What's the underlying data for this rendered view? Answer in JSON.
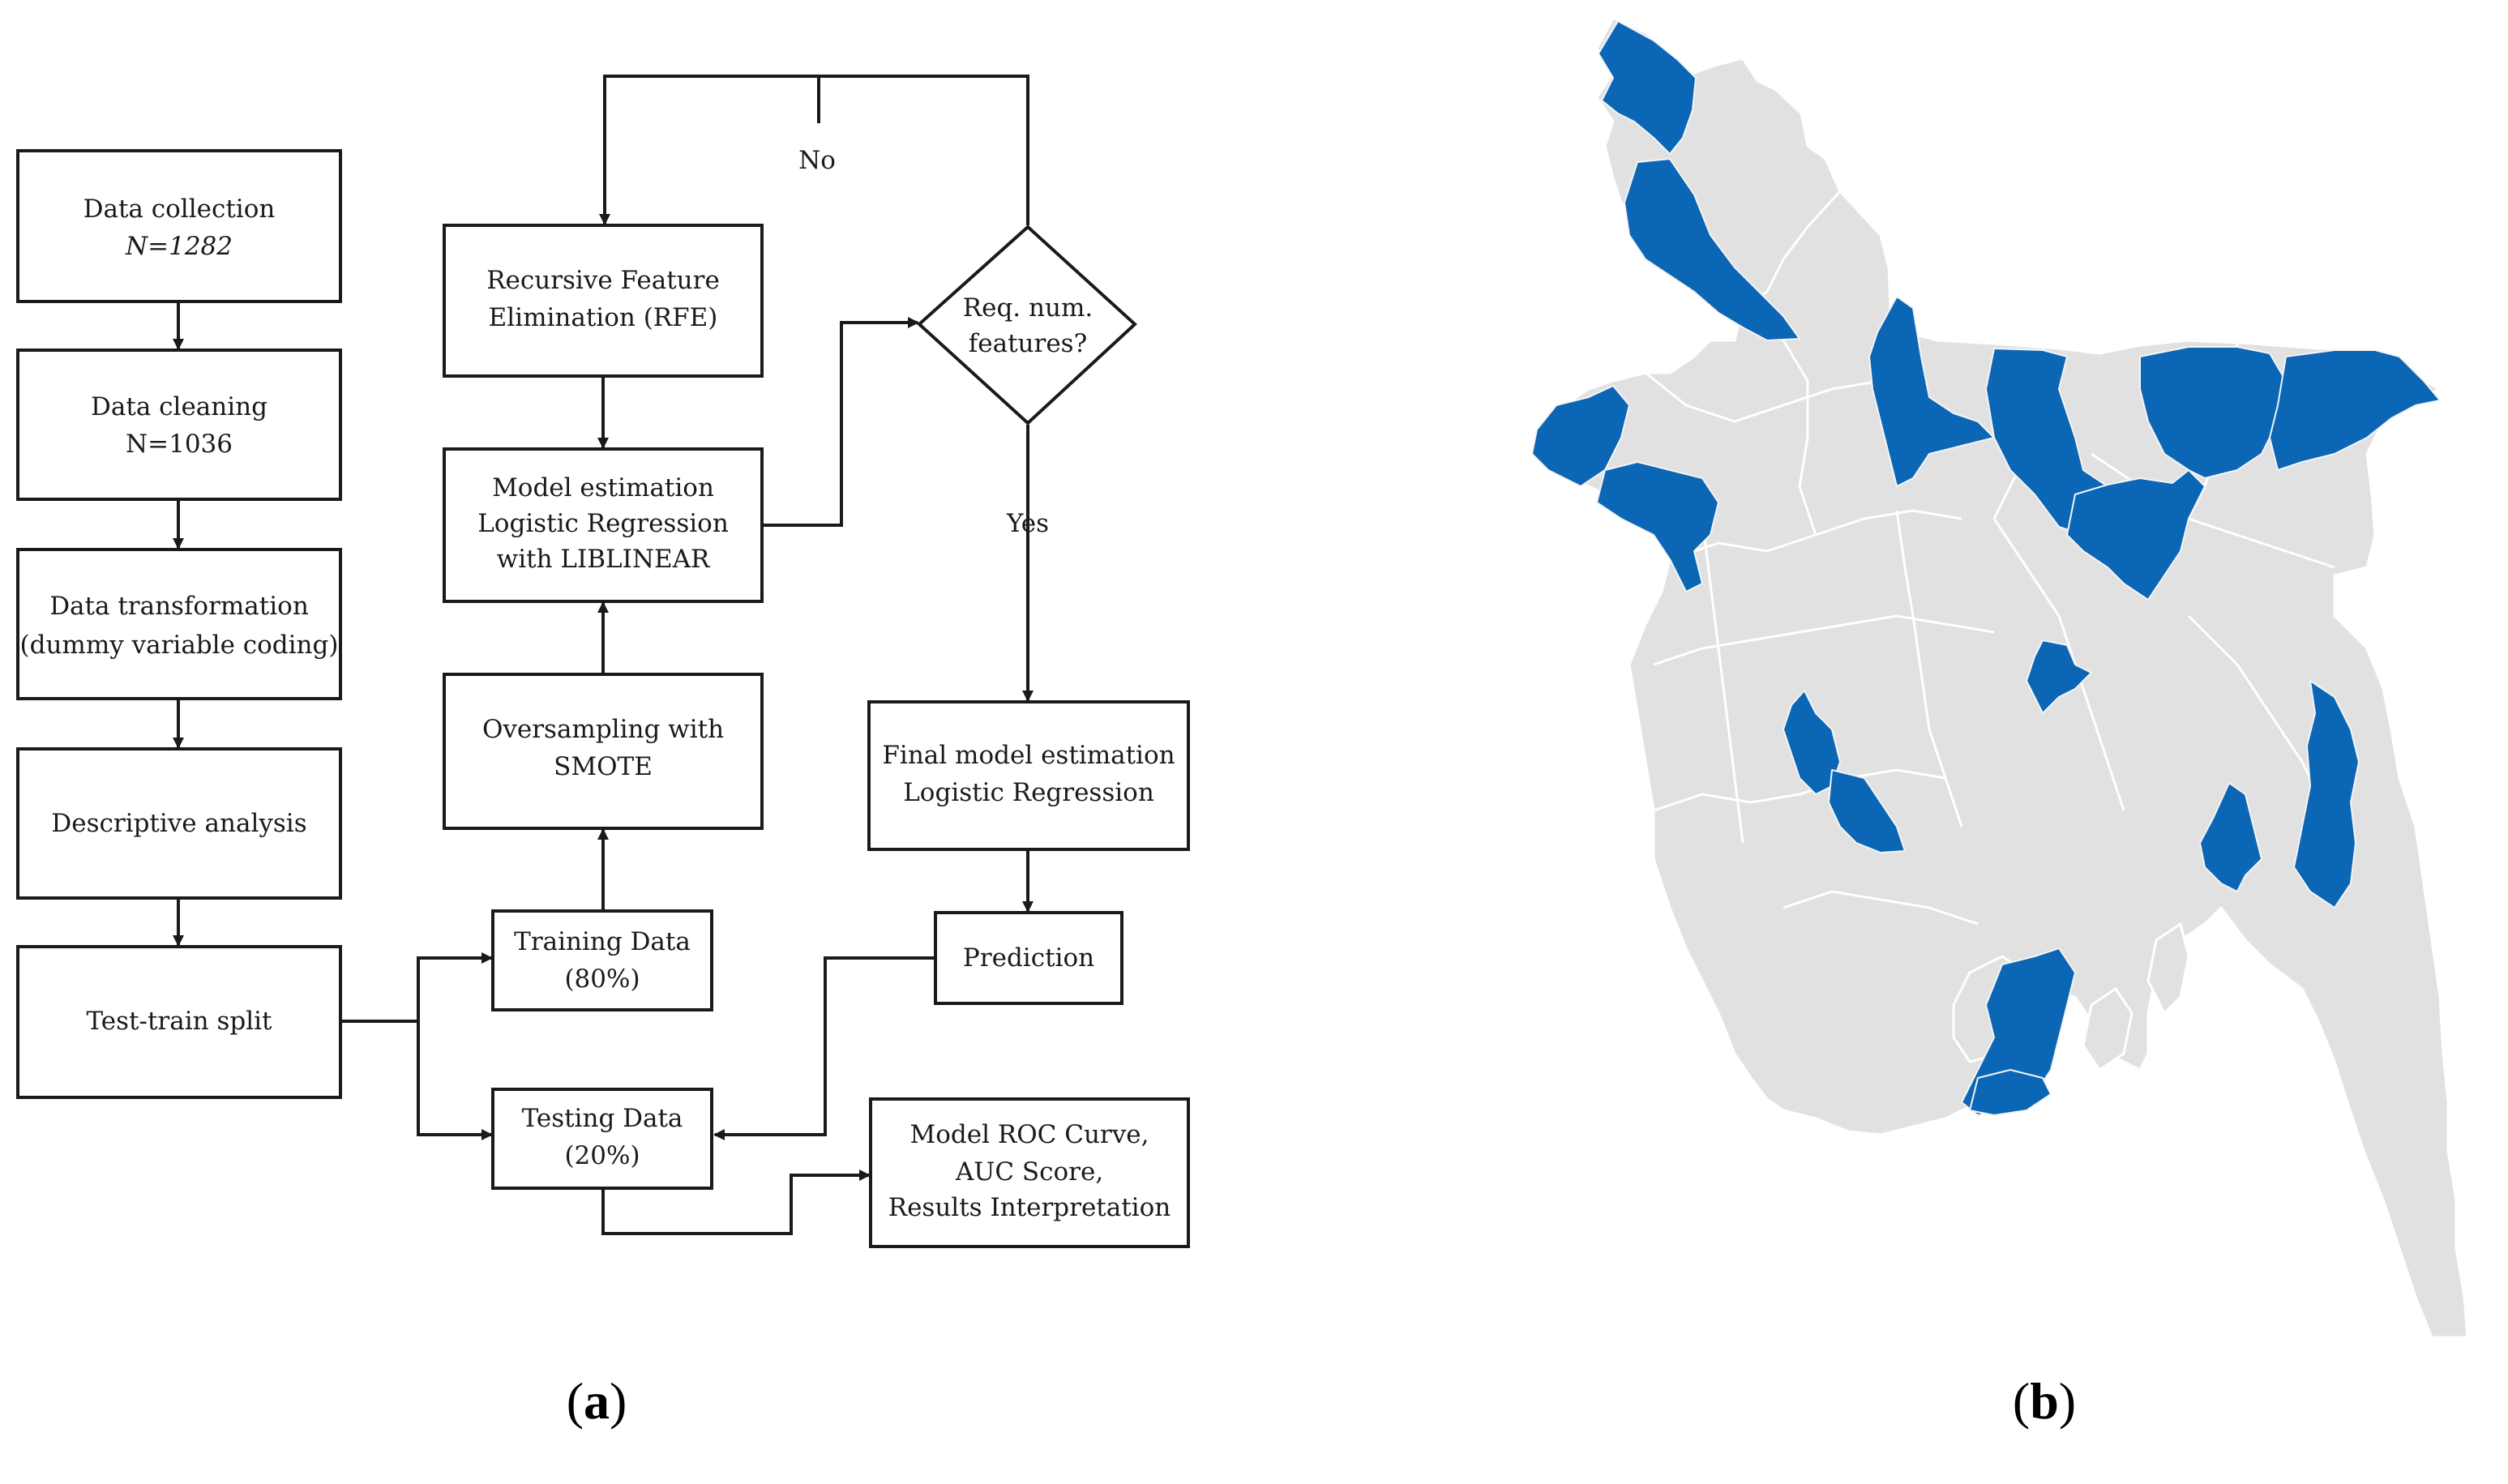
{
  "figure": {
    "panel_a_label": {
      "open": "(",
      "letter": "a",
      "close": ")"
    },
    "panel_b_label": {
      "open": "(",
      "letter": "b",
      "close": ")"
    }
  },
  "flowchart": {
    "nodes": {
      "data_collection": {
        "lines": [
          "Data collection"
        ],
        "italic_line": "N=1282"
      },
      "data_cleaning": {
        "lines": [
          "Data cleaning",
          "N=1036"
        ]
      },
      "data_transformation": {
        "lines": [
          "Data transformation",
          "(dummy variable coding)"
        ]
      },
      "descriptive_analysis": {
        "lines": [
          "Descriptive analysis"
        ]
      },
      "test_train_split": {
        "lines": [
          "Test-train split"
        ]
      },
      "training_data": {
        "lines": [
          "Training Data",
          "(80%)"
        ]
      },
      "testing_data": {
        "lines": [
          "Testing Data",
          "(20%)"
        ]
      },
      "oversampling": {
        "lines": [
          "Oversampling with",
          "SMOTE"
        ]
      },
      "model_estimation": {
        "lines": [
          "Model estimation",
          "Logistic Regression",
          "with LIBLINEAR"
        ]
      },
      "rfe": {
        "lines": [
          "Recursive Feature",
          "Elimination (RFE)"
        ]
      },
      "decision": {
        "lines": [
          "Req. num.",
          "features?"
        ]
      },
      "final_model": {
        "lines": [
          "Final model estimation",
          "Logistic Regression"
        ]
      },
      "prediction": {
        "lines": [
          "Prediction"
        ]
      },
      "roc": {
        "lines": [
          "Model ROC Curve,",
          "AUC Score,",
          "Results Interpretation"
        ]
      }
    },
    "edge_labels": {
      "no": "No",
      "yes": "Yes"
    }
  },
  "map": {
    "base_color": "#e1e1e1",
    "highlight_color": "#0b66b5",
    "background": "#ffffff"
  }
}
